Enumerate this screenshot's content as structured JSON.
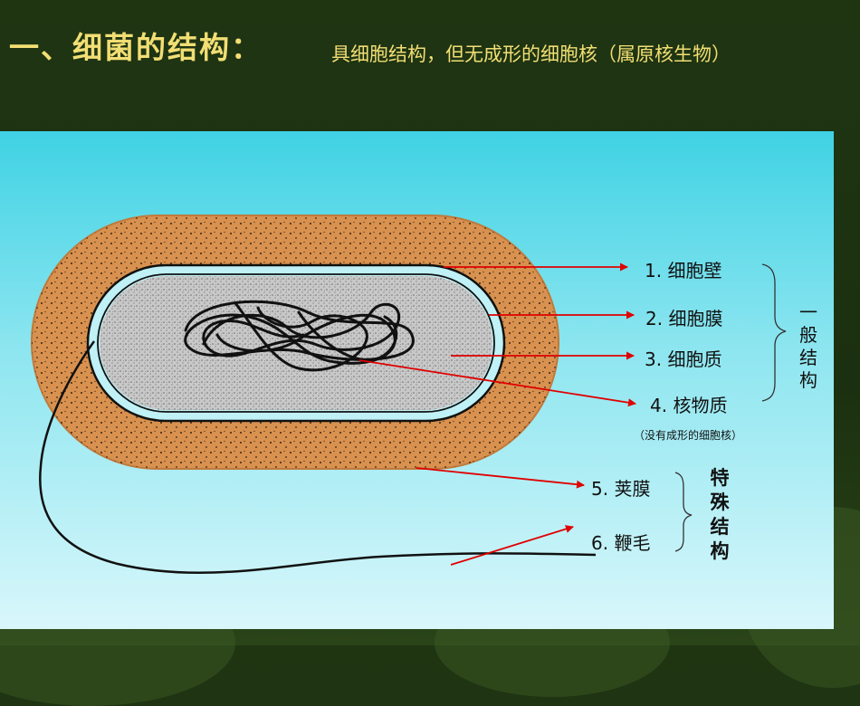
{
  "title": "一、细菌的结构：",
  "subtitle": "具细胞结构，但无成形的细胞核（属原核生物）",
  "labels": {
    "l1": "1. 细胞壁",
    "l2": "2. 细胞膜",
    "l3": "3. 细胞质",
    "l4": "4. 核物质",
    "l4_note": "（没有成形的细胞核）",
    "l5": "5. 荚膜",
    "l6": "6. 鞭毛"
  },
  "groups": {
    "general": [
      "一",
      "般",
      "结",
      "构"
    ],
    "special": [
      "特",
      "殊",
      "结",
      "构"
    ]
  },
  "colors": {
    "title": "#f2de74",
    "arrow": "#e00000",
    "capsule": "#d8914f",
    "cytoplasm": "#c8c8c8",
    "membrane": "#bff1f6"
  }
}
